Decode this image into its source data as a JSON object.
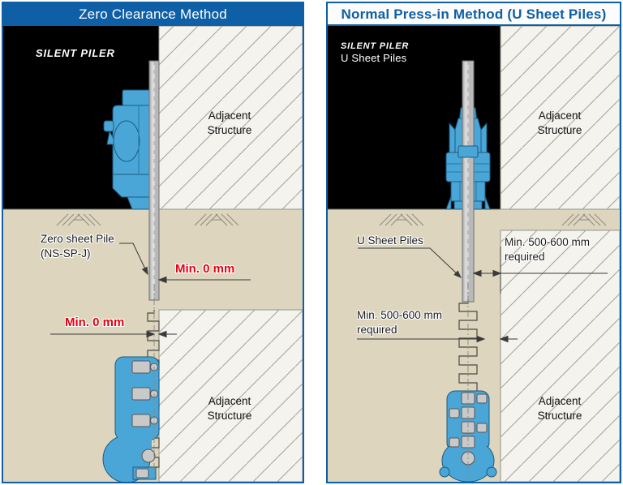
{
  "colors": {
    "panel_blue": "#0e5fa5",
    "sky_black": "#000000",
    "ground_tan": "#ddd5bd",
    "structure_fill": "#f4f3ee",
    "machine_blue": "#49a6d7",
    "pile_gray": "#b9b9b9",
    "dimension_red": "#e60012"
  },
  "left_panel": {
    "title": "Zero Clearance Method",
    "machine_brand": "SILENT PILER",
    "adjacent_structure_top": "Adjacent Structure",
    "adjacent_structure_bottom": "Adjacent Structure",
    "pile_label_line1": "Zero sheet Pile",
    "pile_label_line2": "(NS-SP-J)",
    "clearance_top": "Min. 0 mm",
    "clearance_bottom": "Min. 0 mm"
  },
  "right_panel": {
    "title": "Normal Press-in Method (U Sheet Piles)",
    "machine_brand": "SILENT PILER",
    "machine_pile_label": "U Sheet Piles",
    "adjacent_structure_top": "Adjacent Structure",
    "adjacent_structure_bottom": "Adjacent Structure",
    "pile_label": "U Sheet Piles",
    "clearance_top": "Min. 500-600 mm required",
    "clearance_bottom": "Min. 500-600 mm required"
  }
}
